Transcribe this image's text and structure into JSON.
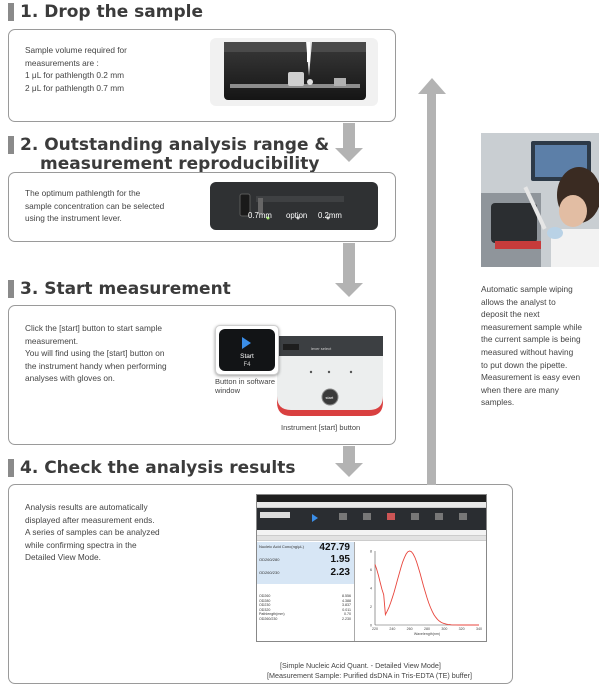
{
  "steps": {
    "s1": {
      "title": "1. Drop the sample",
      "lines": [
        "Sample volume required for",
        "measurements are :",
        "1 μL for pathlength 0.2 mm",
        "2 μL for pathlength 0.7 mm"
      ]
    },
    "s2": {
      "title_line1": "2. Outstanding analysis range &",
      "title_line2": "measurement reproducibility",
      "lines": [
        "The optimum pathlength for the",
        "sample concentration can be selected",
        "using the instrument lever."
      ],
      "lever_labels": [
        "0.7mm",
        "option",
        "0.2mm"
      ]
    },
    "s3": {
      "title": "3. Start measurement",
      "lines": [
        "Click the [start] button to start sample",
        "measurement.",
        "You will find using the [start] button on",
        "the instrument handy when performing",
        "analyses with gloves on."
      ],
      "start_label": "Start",
      "start_key": "F4",
      "software_caption_1": "Button in software",
      "software_caption_2": "window",
      "instrument_caption": "Instrument [start] button"
    },
    "s4": {
      "title": "4. Check the analysis results",
      "lines": [
        "Analysis results are automatically",
        "displayed after measurement ends.",
        "A series of samples can be analyzed",
        "while confirming spectra in the",
        "Detailed View Mode."
      ],
      "caption_1": "[Simple Nucleic Acid Quant. - Detailed View Mode]",
      "caption_2": "[Measurement Sample: Purified dsDNA in Tris-EDTA (TE) buffer]"
    }
  },
  "software": {
    "values": [
      "427.79",
      "1.95",
      "2.23"
    ],
    "value_labels": [
      "Nucleic Acid Conc(ng/μL)",
      "OD260/280",
      "OD260/230"
    ],
    "table_rows": [
      [
        "OD260",
        "8.556"
      ],
      [
        "OD280",
        "4.388"
      ],
      [
        "OD230",
        "3.837"
      ],
      [
        "OD320",
        "0.011"
      ],
      [
        "Pathlength(mm)",
        "0.70"
      ],
      [
        "OD260/230",
        "2.230"
      ]
    ],
    "x_ticks": [
      "220",
      "240",
      "260",
      "280",
      "300",
      "320",
      "340"
    ],
    "y_ticks": [
      "8",
      "6",
      "4",
      "2",
      "0"
    ],
    "xlabel": "Wavelength(nm)"
  },
  "side": {
    "lines": [
      "Automatic sample wiping",
      "allows the analyst to",
      "deposit the next",
      "measurement sample while",
      "the current sample is being",
      "measured without having",
      "to put down the pipette.",
      "Measurement is easy even",
      "when there are many",
      "samples."
    ]
  },
  "colors": {
    "title": "#3b3b3b",
    "arrow": "#b3b3b3",
    "accent_red": "#d32a2a",
    "spectrum": "#e8453c"
  }
}
